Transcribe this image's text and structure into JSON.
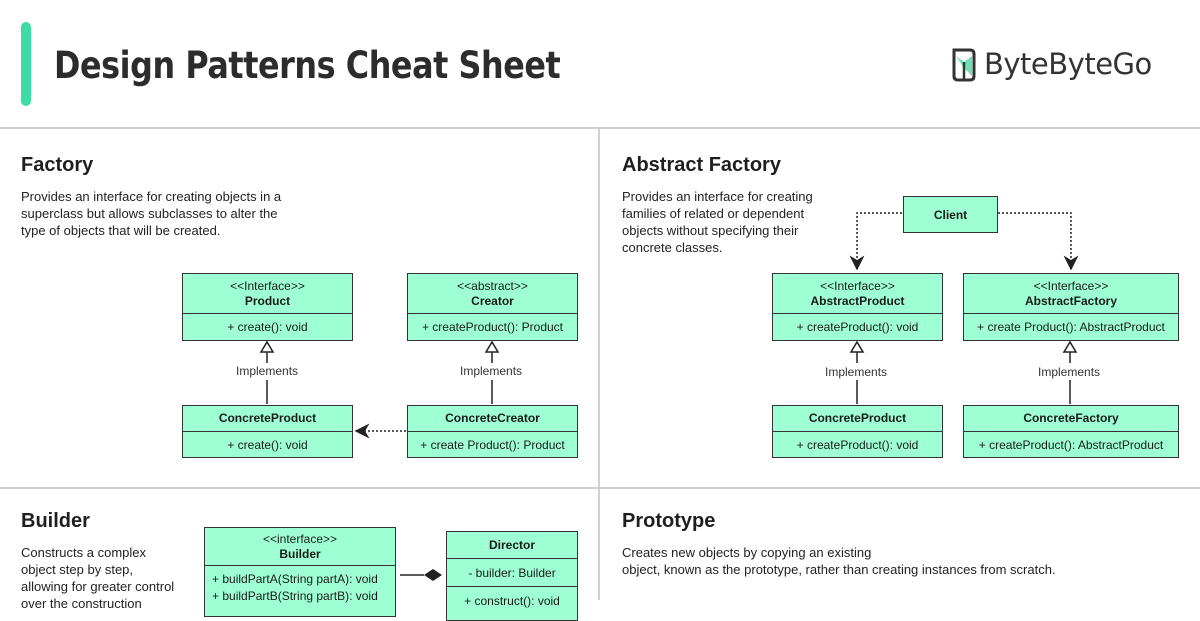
{
  "header": {
    "title": "Design Patterns Cheat Sheet",
    "brand": "ByteByteGo",
    "accent_color": "#3ddba6",
    "box_color": "#9effd4"
  },
  "factory": {
    "title": "Factory",
    "description": [
      "Provides an interface for creating objects in a",
      "superclass but allows subclasses to alter the",
      "type of objects that will be created."
    ],
    "product": {
      "stereotype": "<<Interface>>",
      "name": "Product",
      "method": "+ create(): void"
    },
    "creator": {
      "stereotype": "<<abstract>>",
      "name": "Creator",
      "method": "+ createProduct(): Product"
    },
    "concrete_product": {
      "name": "ConcreteProduct",
      "method": "+ create(): void"
    },
    "concrete_creator": {
      "name": "ConcreteCreator",
      "method": "+ create Product(): Product"
    },
    "implements_label": "Implements"
  },
  "abstract_factory": {
    "title": "Abstract Factory",
    "description": [
      "Provides an interface for creating",
      "families of related or dependent",
      "objects without specifying their",
      "concrete classes."
    ],
    "client": "Client",
    "abstract_product": {
      "stereotype": "<<Interface>>",
      "name": "AbstractProduct",
      "method": "+ createProduct(): void"
    },
    "abstract_factory_box": {
      "stereotype": "<<Interface>>",
      "name": "AbstractFactory",
      "method": "+ create Product(): AbstractProduct"
    },
    "concrete_product": {
      "name": "ConcreteProduct",
      "method": "+ createProduct(): void"
    },
    "concrete_factory": {
      "name": "ConcreteFactory",
      "method": "+ createProduct(): AbstractProduct"
    },
    "implements_label": "Implements"
  },
  "builder": {
    "title": "Builder",
    "description": [
      "Constructs a complex",
      "object step by step,",
      "allowing for greater control",
      "over the construction"
    ],
    "builder_box": {
      "stereotype": "<<interface>>",
      "name": "Builder",
      "methods": [
        "+ buildPartA(String partA): void",
        "+ buildPartB(String partB): void"
      ]
    },
    "director": {
      "name": "Director",
      "field": "- builder: Builder",
      "method": "+ construct(): void"
    }
  },
  "prototype": {
    "title": "Prototype",
    "description": [
      "Creates new objects by copying an existing",
      "object, known as the prototype, rather than creating instances from scratch."
    ]
  }
}
